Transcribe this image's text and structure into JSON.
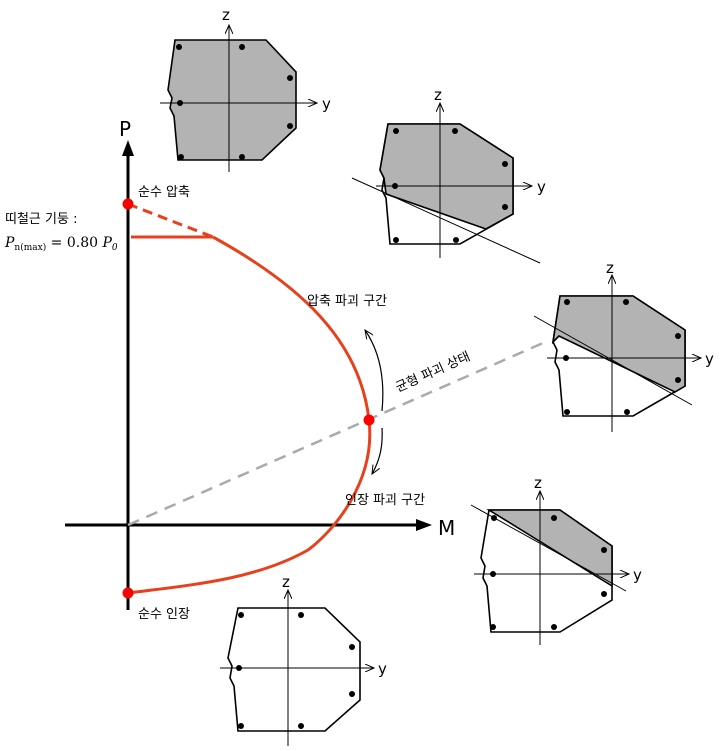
{
  "axes": {
    "p_label": "P",
    "m_label": "M"
  },
  "labels": {
    "pure_compression": "순수 압축",
    "pure_tension": "순수 인장",
    "compression_zone": "압축 파괴 구간",
    "tension_zone": "인장 파괴 구간",
    "balanced": "균형 파괴 상태",
    "tied_column": "띠철근 기둥 :",
    "pn_max_base": "P",
    "pn_max_sub": "n(max)",
    "pn_max_eq": " = 0.80 ",
    "p0_base": "P",
    "p0_sub": "0"
  },
  "section_axes": {
    "z": "z",
    "y": "y"
  },
  "colors": {
    "curve": "#e8401c",
    "point": "#ff0000",
    "balanced_line": "#aaaaaa",
    "section_fill": "#b3b3b3",
    "ink": "#000000"
  }
}
